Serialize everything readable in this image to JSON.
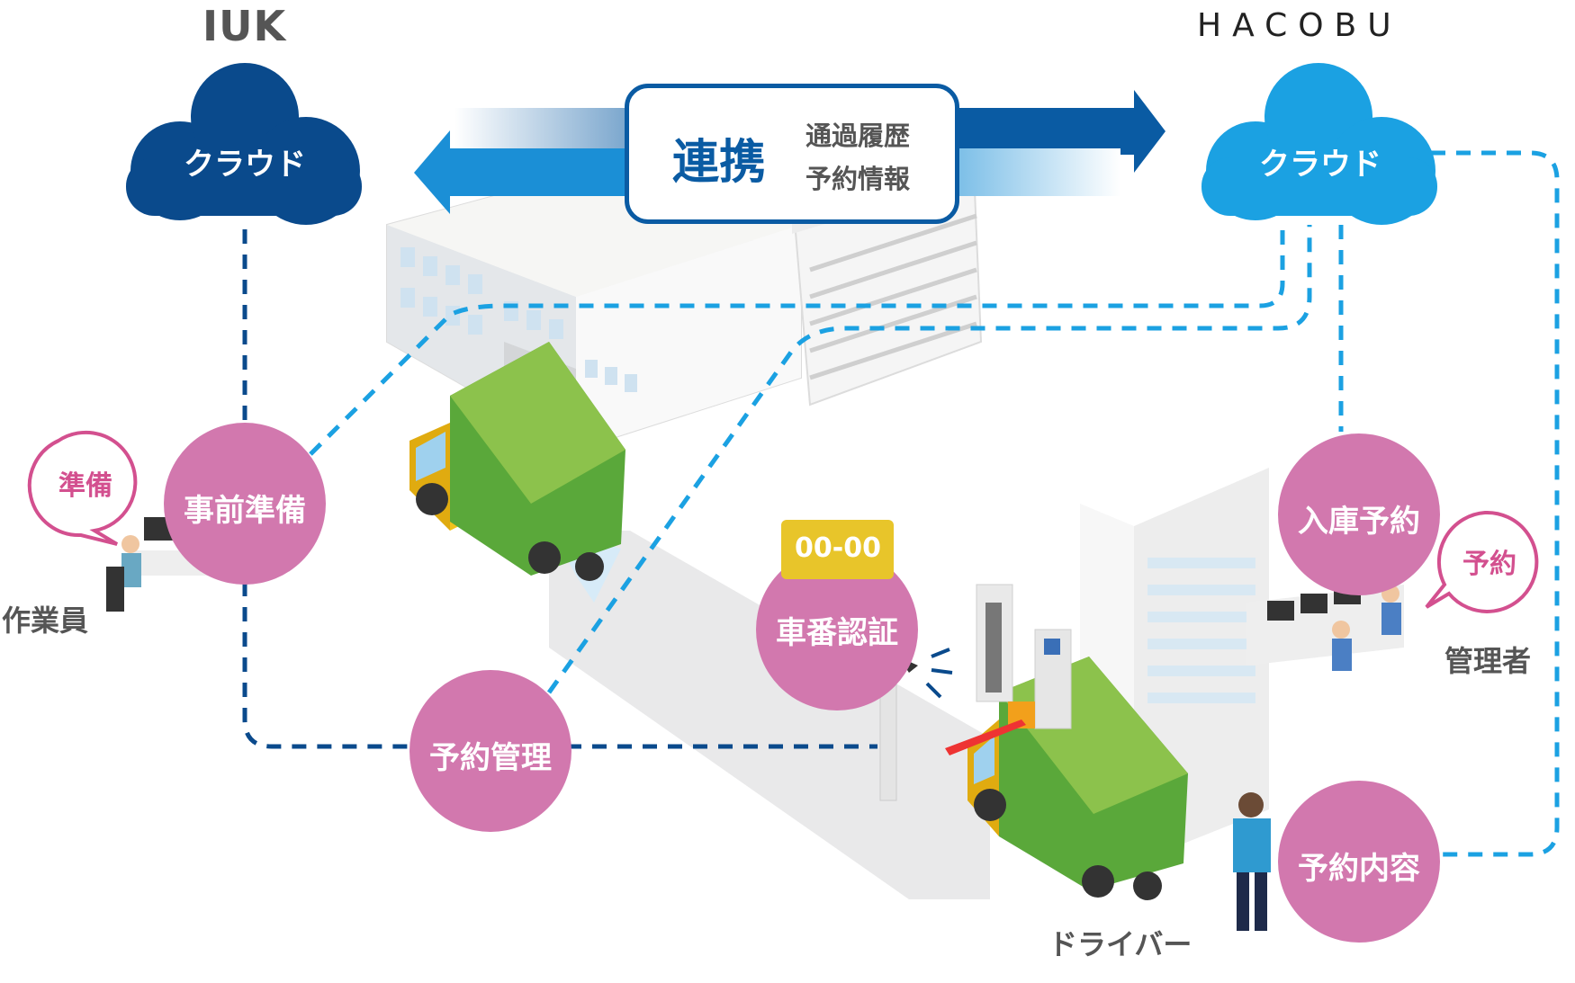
{
  "brands": {
    "left": "IUK",
    "right": "HACOBU"
  },
  "clouds": {
    "left": "クラウド",
    "right": "クラウド"
  },
  "link_box": {
    "title": "連携",
    "items": [
      "通過履歴",
      "予約情報"
    ]
  },
  "circles": {
    "prep": "事前準備",
    "reservation_mgmt": "予約管理",
    "plate_auth": "車番認証",
    "warehouse_booking": "入庫予約",
    "booking_details": "予約内容"
  },
  "bubbles": {
    "prep": "準備",
    "booking": "予約"
  },
  "people": {
    "worker": "作業員",
    "manager": "管理者",
    "driver": "ドライバー"
  },
  "plate": "00-00",
  "colors": {
    "iuk_cloud": "#0a4a8c",
    "hacobu_cloud": "#1ba1e2",
    "circle_pink": "#d278ae",
    "bubble_pink": "#d3508f",
    "dashed_dark": "#0a4a8c",
    "dashed_light": "#1ba1e2",
    "truck_green": "#5aa83a",
    "truck_yellow": "#f2c21b",
    "plate_yellow": "#e8c52a"
  }
}
